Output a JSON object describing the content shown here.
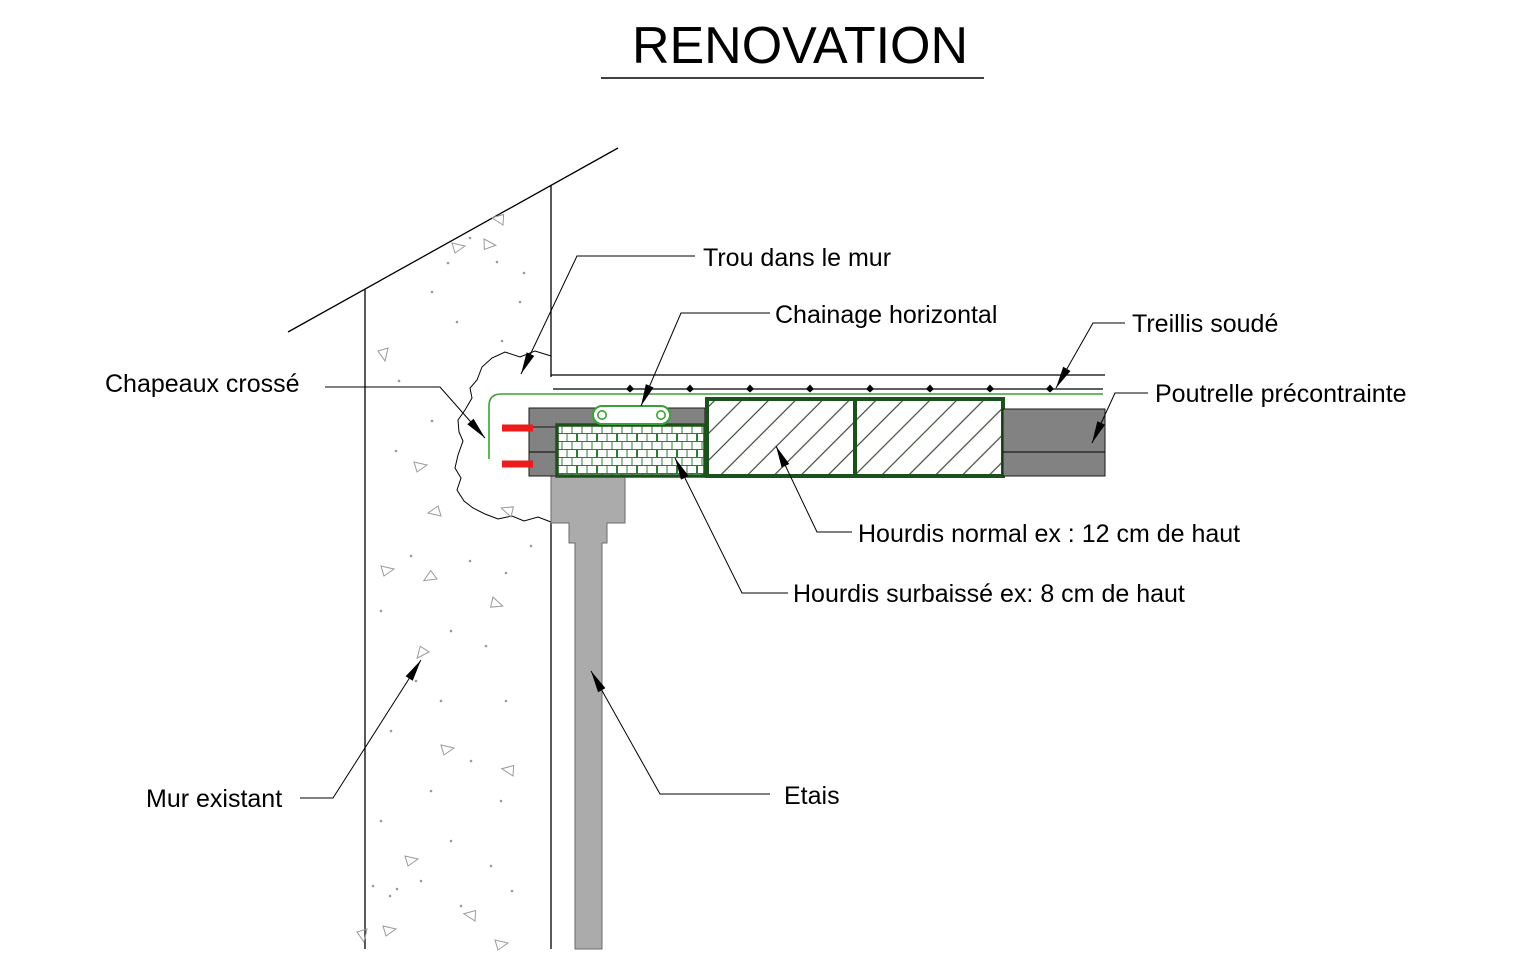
{
  "title": {
    "text": "RENOVATION"
  },
  "labels": {
    "trou": "Trou dans le mur",
    "chainage": "Chainage horizontal",
    "treillis": "Treillis soudé",
    "poutrelle": "Poutrelle précontrainte",
    "hourdis_normal": "Hourdis normal ex : 12 cm de haut",
    "hourdis_surbaisse": "Hourdis surbaissé ex: 8 cm de haut",
    "chapeaux": "Chapeaux crossé",
    "mur": "Mur existant",
    "etais": "Etais"
  },
  "colors": {
    "line": "#000000",
    "dark_green": "#1b521b",
    "bright_green": "#3aa13a",
    "brick_green": "#2e7d32",
    "hatch_green": "#3f4a38",
    "red": "#ec1c1c",
    "concrete_gray": "#828282",
    "prop_gray": "#ababab",
    "texture_gray": "#9a9a9a"
  }
}
